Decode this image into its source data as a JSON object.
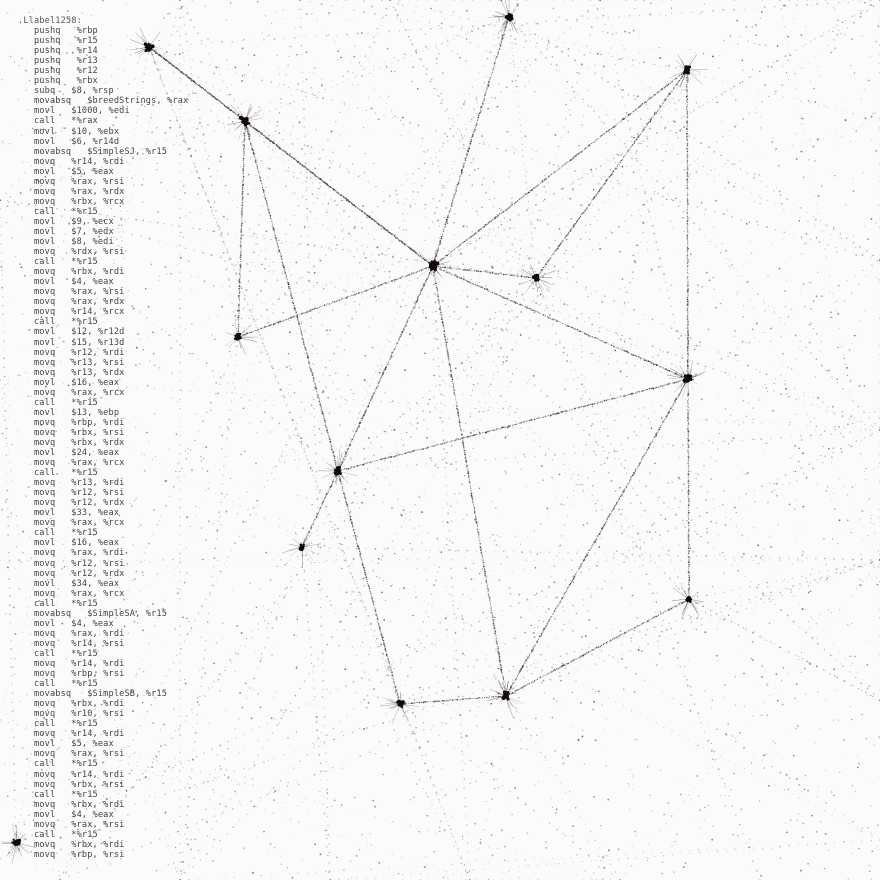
{
  "asm_label": ".Llabel1258:",
  "asm_lines": [
    "pushq   %rbp",
    "pushq   %r15",
    "pushq   %r14",
    "pushq   %r13",
    "pushq   %r12",
    "pushq   %rbx",
    "subq   $8, %rsp",
    "movabsq   $breedStrings, %rax",
    "movl   $1000, %edi",
    "call   *%rax",
    "movl   $10, %ebx",
    "movl   $6, %r14d",
    "movabsq   $SimpleSJ, %r15",
    "movq   %r14, %rdi",
    "movl   $5, %eax",
    "movq   %rax, %rsi",
    "movq   %rax, %rdx",
    "movq   %rbx, %rcx",
    "call   *%r15",
    "movl   $9, %ecx",
    "movl   $7, %edx",
    "movl   $8, %edi",
    "movq   %rdx, %rsi",
    "call   *%r15",
    "movq   %rbx, %rdi",
    "movl   $4, %eax",
    "movq   %rax, %rsi",
    "movq   %rax, %rdx",
    "movq   %r14, %rcx",
    "call   *%r15",
    "movl   $12, %r12d",
    "movl   $15, %r13d",
    "movq   %r12, %rdi",
    "movq   %r13, %rsi",
    "movq   %r13, %rdx",
    "movl   $16, %eax",
    "movq   %rax, %rcx",
    "call   *%r15",
    "movl   $13, %ebp",
    "movq   %rbp, %rdi",
    "movq   %rbx, %rsi",
    "movq   %rbx, %rdx",
    "movl   $24, %eax",
    "movq   %rax, %rcx",
    "call   *%r15",
    "movq   %r13, %rdi",
    "movq   %r12, %rsi",
    "movq   %r12, %rdx",
    "movl   $33, %eax",
    "movq   %rax, %rcx",
    "call   *%r15",
    "movl   $16, %eax",
    "movq   %rax, %rdi",
    "movq   %r12, %rsi",
    "movq   %r12, %rdx",
    "movl   $34, %eax",
    "movq   %rax, %rcx",
    "call   *%r15",
    "movabsq   $SimpleSA, %r15",
    "movl   $4, %eax",
    "movq   %rax, %rdi",
    "movq   %r14, %rsi",
    "call   *%r15",
    "movq   %r14, %rdi",
    "movq   %rbp, %rsi",
    "call   *%r15",
    "movabsq   $SimpleSB, %r15",
    "movq   %rbx, %rdi",
    "movq   %r10, %rsi",
    "call   *%r15",
    "movq   %r14, %rdi",
    "movl   $5, %eax",
    "movq   %rax, %rsi",
    "call   *%r15",
    "movq   %r14, %rdi",
    "movq   %rbx, %rsi",
    "call   *%r15",
    "movq   %rbx, %rdi",
    "movl   $4, %eax",
    "movq   %rax, %rsi",
    "call   *%r15",
    "movq   %rbx, %rdi",
    "movq   %rbp, %rsi"
  ],
  "colors": {
    "background": "#fbfbfb",
    "node": "#120808",
    "edge": "#3a3a3a",
    "text": "#444444"
  }
}
